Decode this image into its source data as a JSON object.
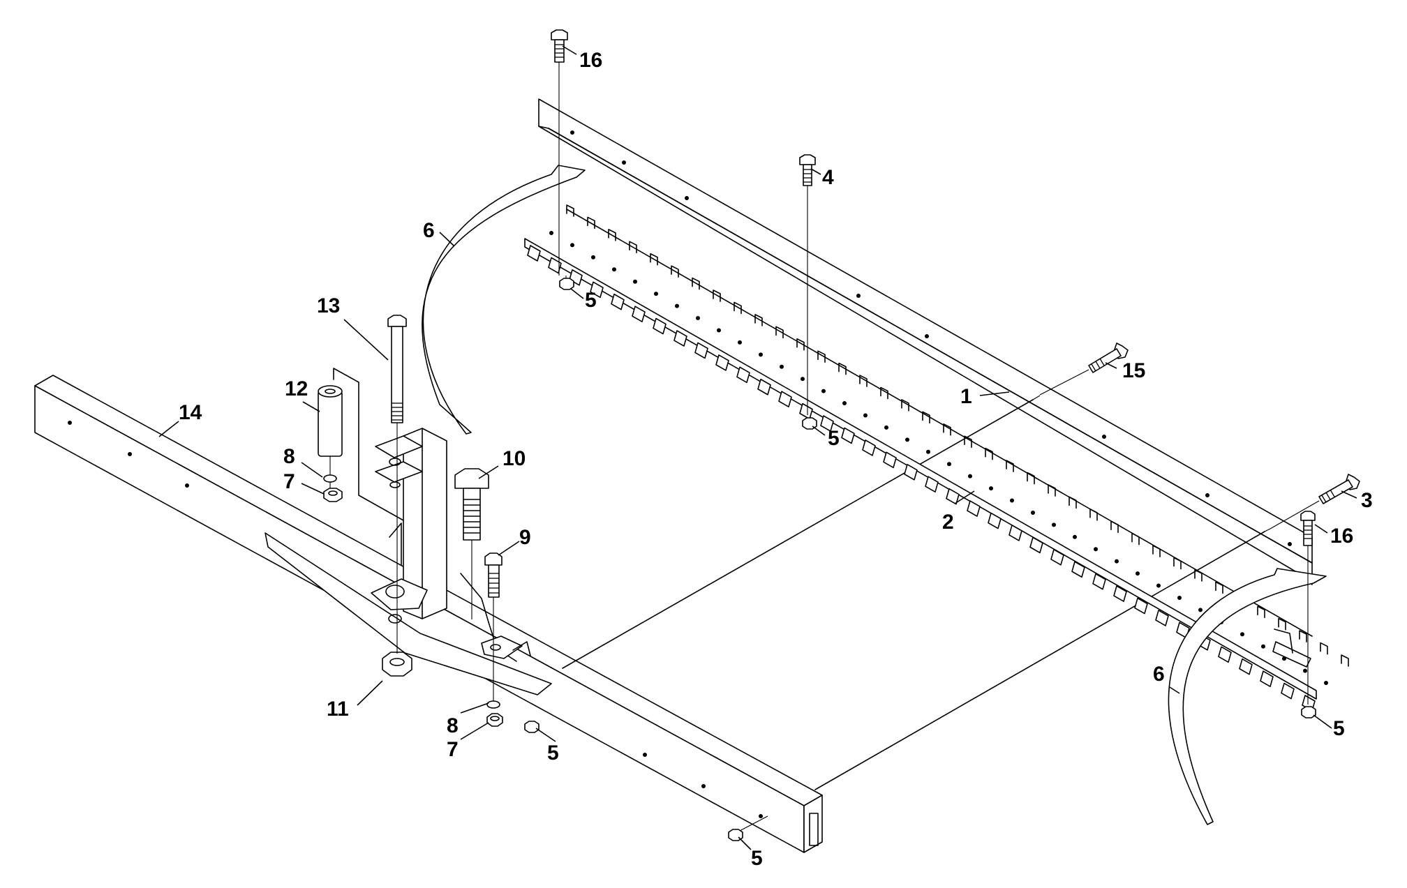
{
  "callouts": [
    {
      "id": "c16a",
      "text": "16"
    },
    {
      "id": "c4",
      "text": "4"
    },
    {
      "id": "c6a",
      "text": "6"
    },
    {
      "id": "c5a",
      "text": "5"
    },
    {
      "id": "c13",
      "text": "13"
    },
    {
      "id": "c12",
      "text": "12"
    },
    {
      "id": "c14",
      "text": "14"
    },
    {
      "id": "c15",
      "text": "15"
    },
    {
      "id": "c1",
      "text": "1"
    },
    {
      "id": "c5b",
      "text": "5"
    },
    {
      "id": "c10",
      "text": "10"
    },
    {
      "id": "c8a",
      "text": "8"
    },
    {
      "id": "c7a",
      "text": "7"
    },
    {
      "id": "c9",
      "text": "9"
    },
    {
      "id": "c2",
      "text": "2"
    },
    {
      "id": "c3",
      "text": "3"
    },
    {
      "id": "c16b",
      "text": "16"
    },
    {
      "id": "c6b",
      "text": "6"
    },
    {
      "id": "c11",
      "text": "11"
    },
    {
      "id": "c8b",
      "text": "8"
    },
    {
      "id": "c7b",
      "text": "7"
    },
    {
      "id": "c5c",
      "text": "5"
    },
    {
      "id": "c5d",
      "text": "5"
    },
    {
      "id": "c5e",
      "text": "5"
    }
  ]
}
